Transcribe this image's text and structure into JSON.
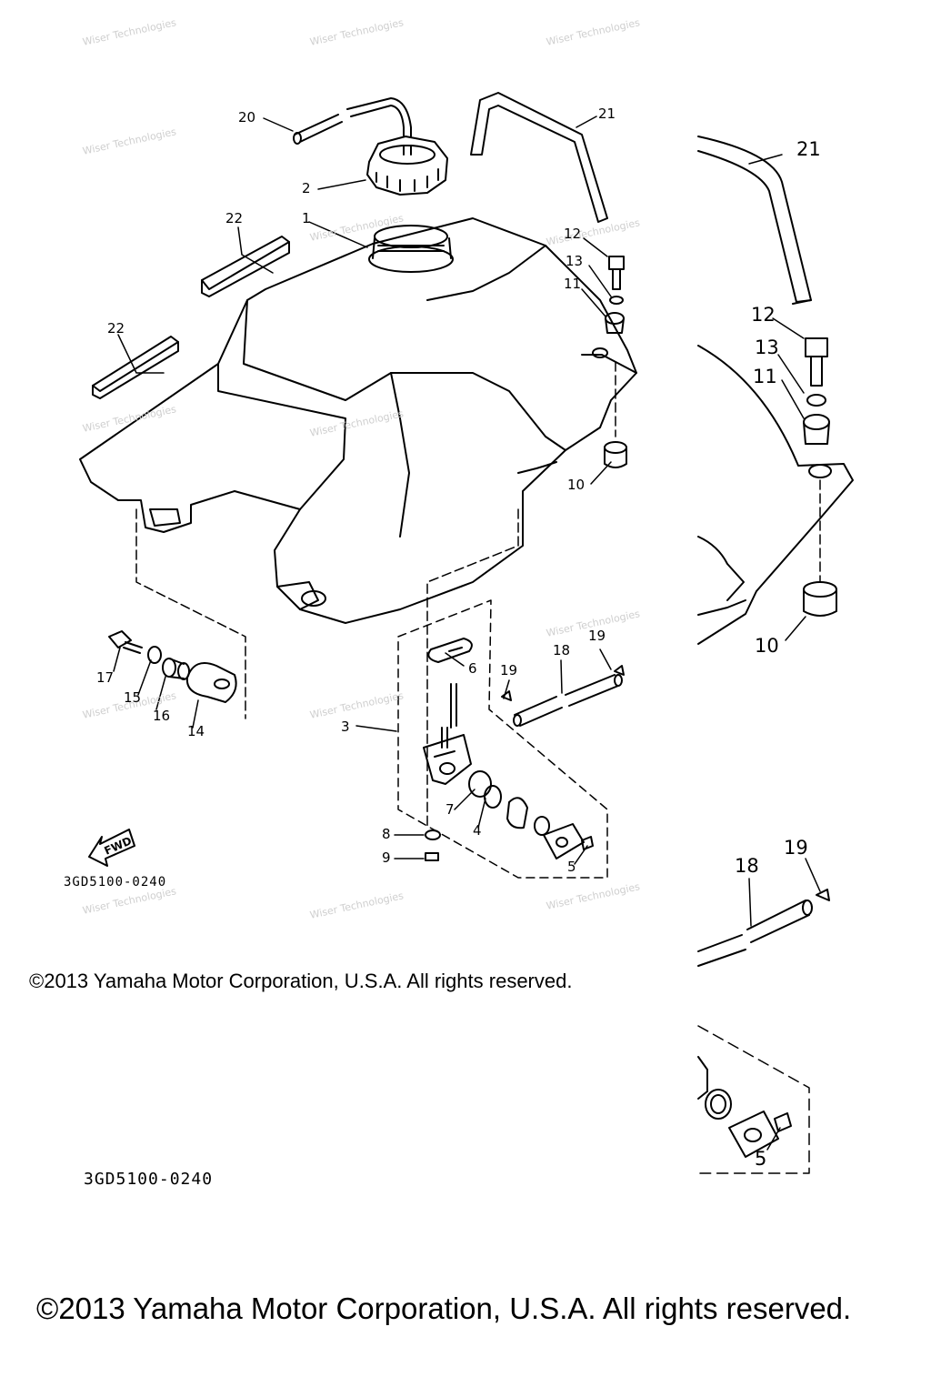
{
  "callouts": [
    {
      "id": "c20",
      "text": "20"
    },
    {
      "id": "c21",
      "text": "21"
    },
    {
      "id": "c2",
      "text": "2"
    },
    {
      "id": "c22a",
      "text": "22"
    },
    {
      "id": "c1",
      "text": "1"
    },
    {
      "id": "c12",
      "text": "12"
    },
    {
      "id": "c13",
      "text": "13"
    },
    {
      "id": "c11",
      "text": "11"
    },
    {
      "id": "c22b",
      "text": "22"
    },
    {
      "id": "c10",
      "text": "10"
    },
    {
      "id": "c17",
      "text": "17"
    },
    {
      "id": "c15",
      "text": "15"
    },
    {
      "id": "c16",
      "text": "16"
    },
    {
      "id": "c14",
      "text": "14"
    },
    {
      "id": "c6",
      "text": "6"
    },
    {
      "id": "c19a",
      "text": "19"
    },
    {
      "id": "c18",
      "text": "18"
    },
    {
      "id": "c19b",
      "text": "19"
    },
    {
      "id": "c3",
      "text": "3"
    },
    {
      "id": "c7",
      "text": "7"
    },
    {
      "id": "c4",
      "text": "4"
    },
    {
      "id": "c8",
      "text": "8"
    },
    {
      "id": "c9",
      "text": "9"
    },
    {
      "id": "c5",
      "text": "5"
    }
  ],
  "zoom_callouts": [
    {
      "id": "z21",
      "text": "21"
    },
    {
      "id": "z12",
      "text": "12"
    },
    {
      "id": "z13",
      "text": "13"
    },
    {
      "id": "z11",
      "text": "11"
    },
    {
      "id": "z10",
      "text": "10"
    },
    {
      "id": "z18",
      "text": "18"
    },
    {
      "id": "z19",
      "text": "19"
    },
    {
      "id": "z5",
      "text": "5"
    }
  ],
  "fwd_label": "FWD",
  "diagram_code_small": "3GD5100-0240",
  "diagram_code_large": "3GD5100-0240",
  "copyright_small": "©2013 Yamaha Motor Corporation, U.S.A. All rights reserved.",
  "copyright_large": "©2013 Yamaha Motor Corporation, U.S.A. All rights reserved.",
  "watermark_text": "Wiser Technologies"
}
